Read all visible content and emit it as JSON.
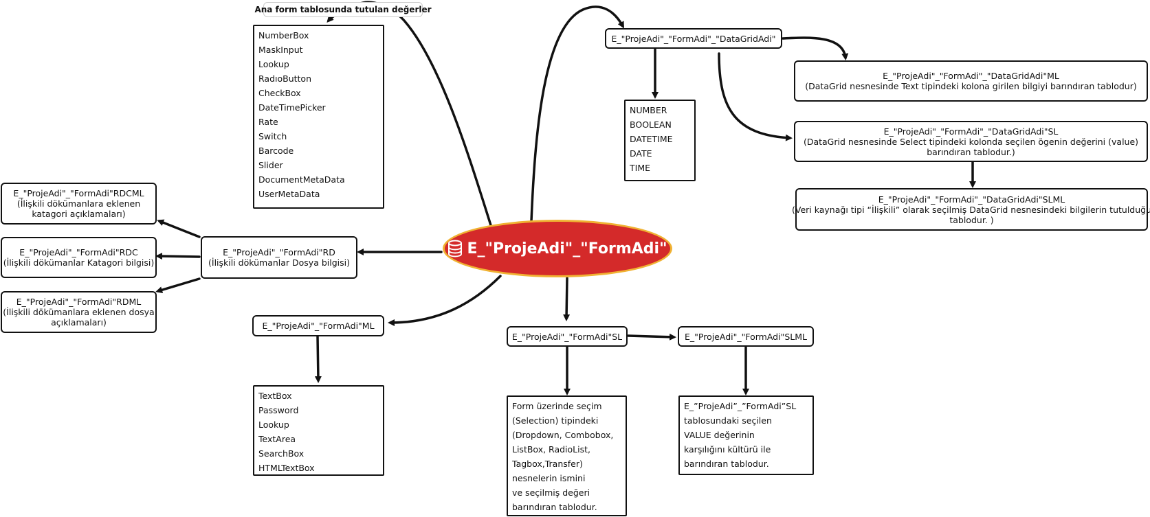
{
  "center": {
    "title": "E_\"ProjeAdi\"_\"FormAdi\"",
    "icon": "database-icon",
    "color": "#d42a2a",
    "border_color": "#f0b233"
  },
  "main_values": {
    "label": "Ana form tablosunda tutulan değerler",
    "items": [
      "NumberBox",
      "MaskInput",
      "Lookup",
      "RadıoButton",
      "CheckBox",
      "DateTimePicker",
      "Rate",
      "Switch",
      "Barcode",
      "Slider",
      "DocumentMetaData",
      "UserMetaData"
    ]
  },
  "datagrid": {
    "title": "E_\"ProjeAdi\"_\"FormAdi\"_\"DataGridAdi\"",
    "types": [
      "NUMBER",
      "BOOLEAN",
      "DATETIME",
      "DATE",
      "TIME"
    ],
    "ml": [
      "E_\"ProjeAdi\"_\"FormAdi\"_\"DataGridAdi\"ML",
      "(DataGrid nesnesinde Text tipindeki kolona girilen bilgiyi barındıran tablodur)"
    ],
    "sl": [
      "E_\"ProjeAdi\"_\"FormAdi\"_\"DataGridAdi\"SL",
      "(DataGrid nesnesinde Select tipindeki kolonda seçilen ögenin değerini (value)",
      "barındıran tablodur.)"
    ],
    "slml": [
      "E_\"ProjeAdi\"_\"FormAdi\"_\"DataGridAdi\"SLML",
      "(Veri kaynağı tipi “İlişkili” olarak seçilmiş DataGrid nesnesindeki bilgilerin tutulduğu",
      "tablodur. )"
    ]
  },
  "rd": {
    "main": [
      "E_\"ProjeAdi\"_\"FormAdi\"RD",
      "(İlişkili dökümanlar Dosya bilgisi)"
    ],
    "rdcml": [
      "E_\"ProjeAdi\"_\"FormAdi\"RDCML",
      "(İlişkili dökümanlara eklenen",
      "katagori açıklamaları)"
    ],
    "rdc": [
      "E_\"ProjeAdi\"_\"FormAdi\"RDC",
      "(İlişkili dökümanlar Katagori bilgisi)"
    ],
    "rdml": [
      "E_\"ProjeAdi\"_\"FormAdi\"RDML",
      "(İlişkili dökümanlara eklenen dosya",
      "açıklamaları)"
    ]
  },
  "ml": {
    "title": "E_\"ProjeAdi\"_\"FormAdi\"ML",
    "items": [
      "TextBox",
      "Password",
      "Lookup",
      "TextArea",
      "SearchBox",
      "HTMLTextBox"
    ]
  },
  "sl": {
    "title": "E_\"ProjeAdi\"_\"FormAdi\"SL",
    "desc": [
      "Form üzerinde seçim",
      "(Selection) tipindeki",
      "(Dropdown, Combobox,",
      "ListBox, RadioList,",
      "Tagbox,Transfer)",
      "nesnelerin ismini",
      "ve seçilmiş değeri",
      "barındıran tablodur."
    ]
  },
  "slml": {
    "title": "E_\"ProjeAdi\"_\"FormAdi\"SLML",
    "desc": [
      "E_”ProjeAdi”_”FormAdi”SL",
      "tablosundaki seçilen",
      "VALUE değerinin",
      "karşılığını kültürü ile",
      "barındıran tablodur."
    ]
  }
}
